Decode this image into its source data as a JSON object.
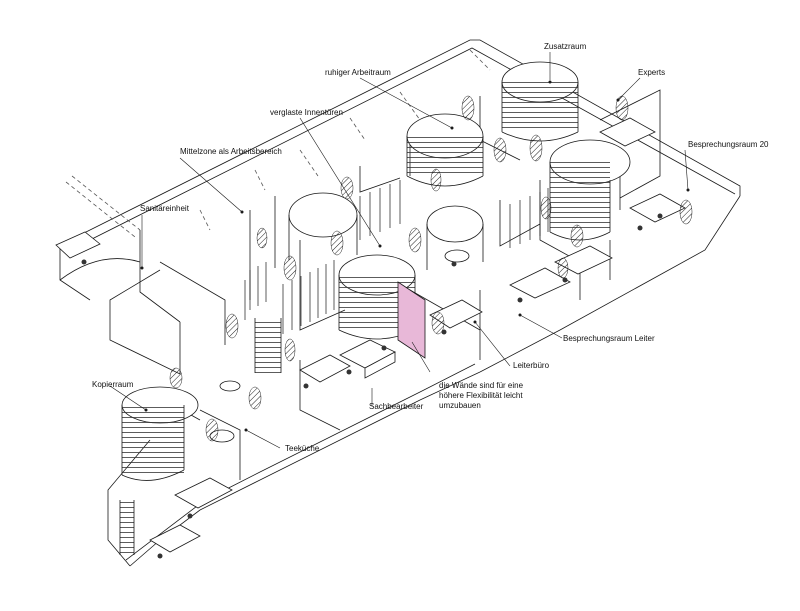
{
  "labels": {
    "zusatzraum": "Zusatzraum",
    "experts": "Experts",
    "ruhiger_arbeitraum": "ruhiger Arbeitraum",
    "verglaste_innentueren": "verglaste Innentüren",
    "besprechungsraum_20": "Besprechungsraum 20",
    "mittelzone": "Mittelzone als Arbeitsbereich",
    "sanitaereinheit": "Sanitäreinheit",
    "besprechungsraum_leiter": "Besprechungsraum Leiter",
    "leiterbuero": "Leiterbüro",
    "kopierraum": "Kopierraum",
    "wand_hinweis": [
      "die Wände sind für eine",
      "höhere Flexibilität leicht",
      "umzubauen"
    ],
    "sachbearbeiter": "Sachbearbeiter",
    "teekueche": "Teeküche"
  },
  "colors": {
    "line": "#1a1a1a",
    "dashed": "#555555",
    "highlight_wall": "#e8b8d8"
  }
}
